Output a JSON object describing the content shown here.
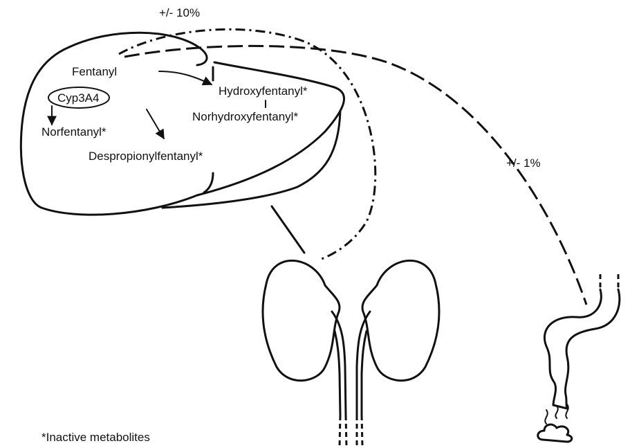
{
  "diagram": {
    "labels": {
      "renal_pct": "+/- 10%",
      "fecal_pct": "+/- 1%",
      "fentanyl": "Fentanyl",
      "enzyme": "Cyp3A4",
      "hydroxyfentanyl": "Hydroxyfentanyl*",
      "norhydroxyfentanyl": "Norhydroxyfentanyl*",
      "norfentanyl": "Norfentanyl*",
      "despropionylfentanyl": "Despropionylfentanyl*",
      "footnote": "*Inactive metabolites"
    }
  }
}
